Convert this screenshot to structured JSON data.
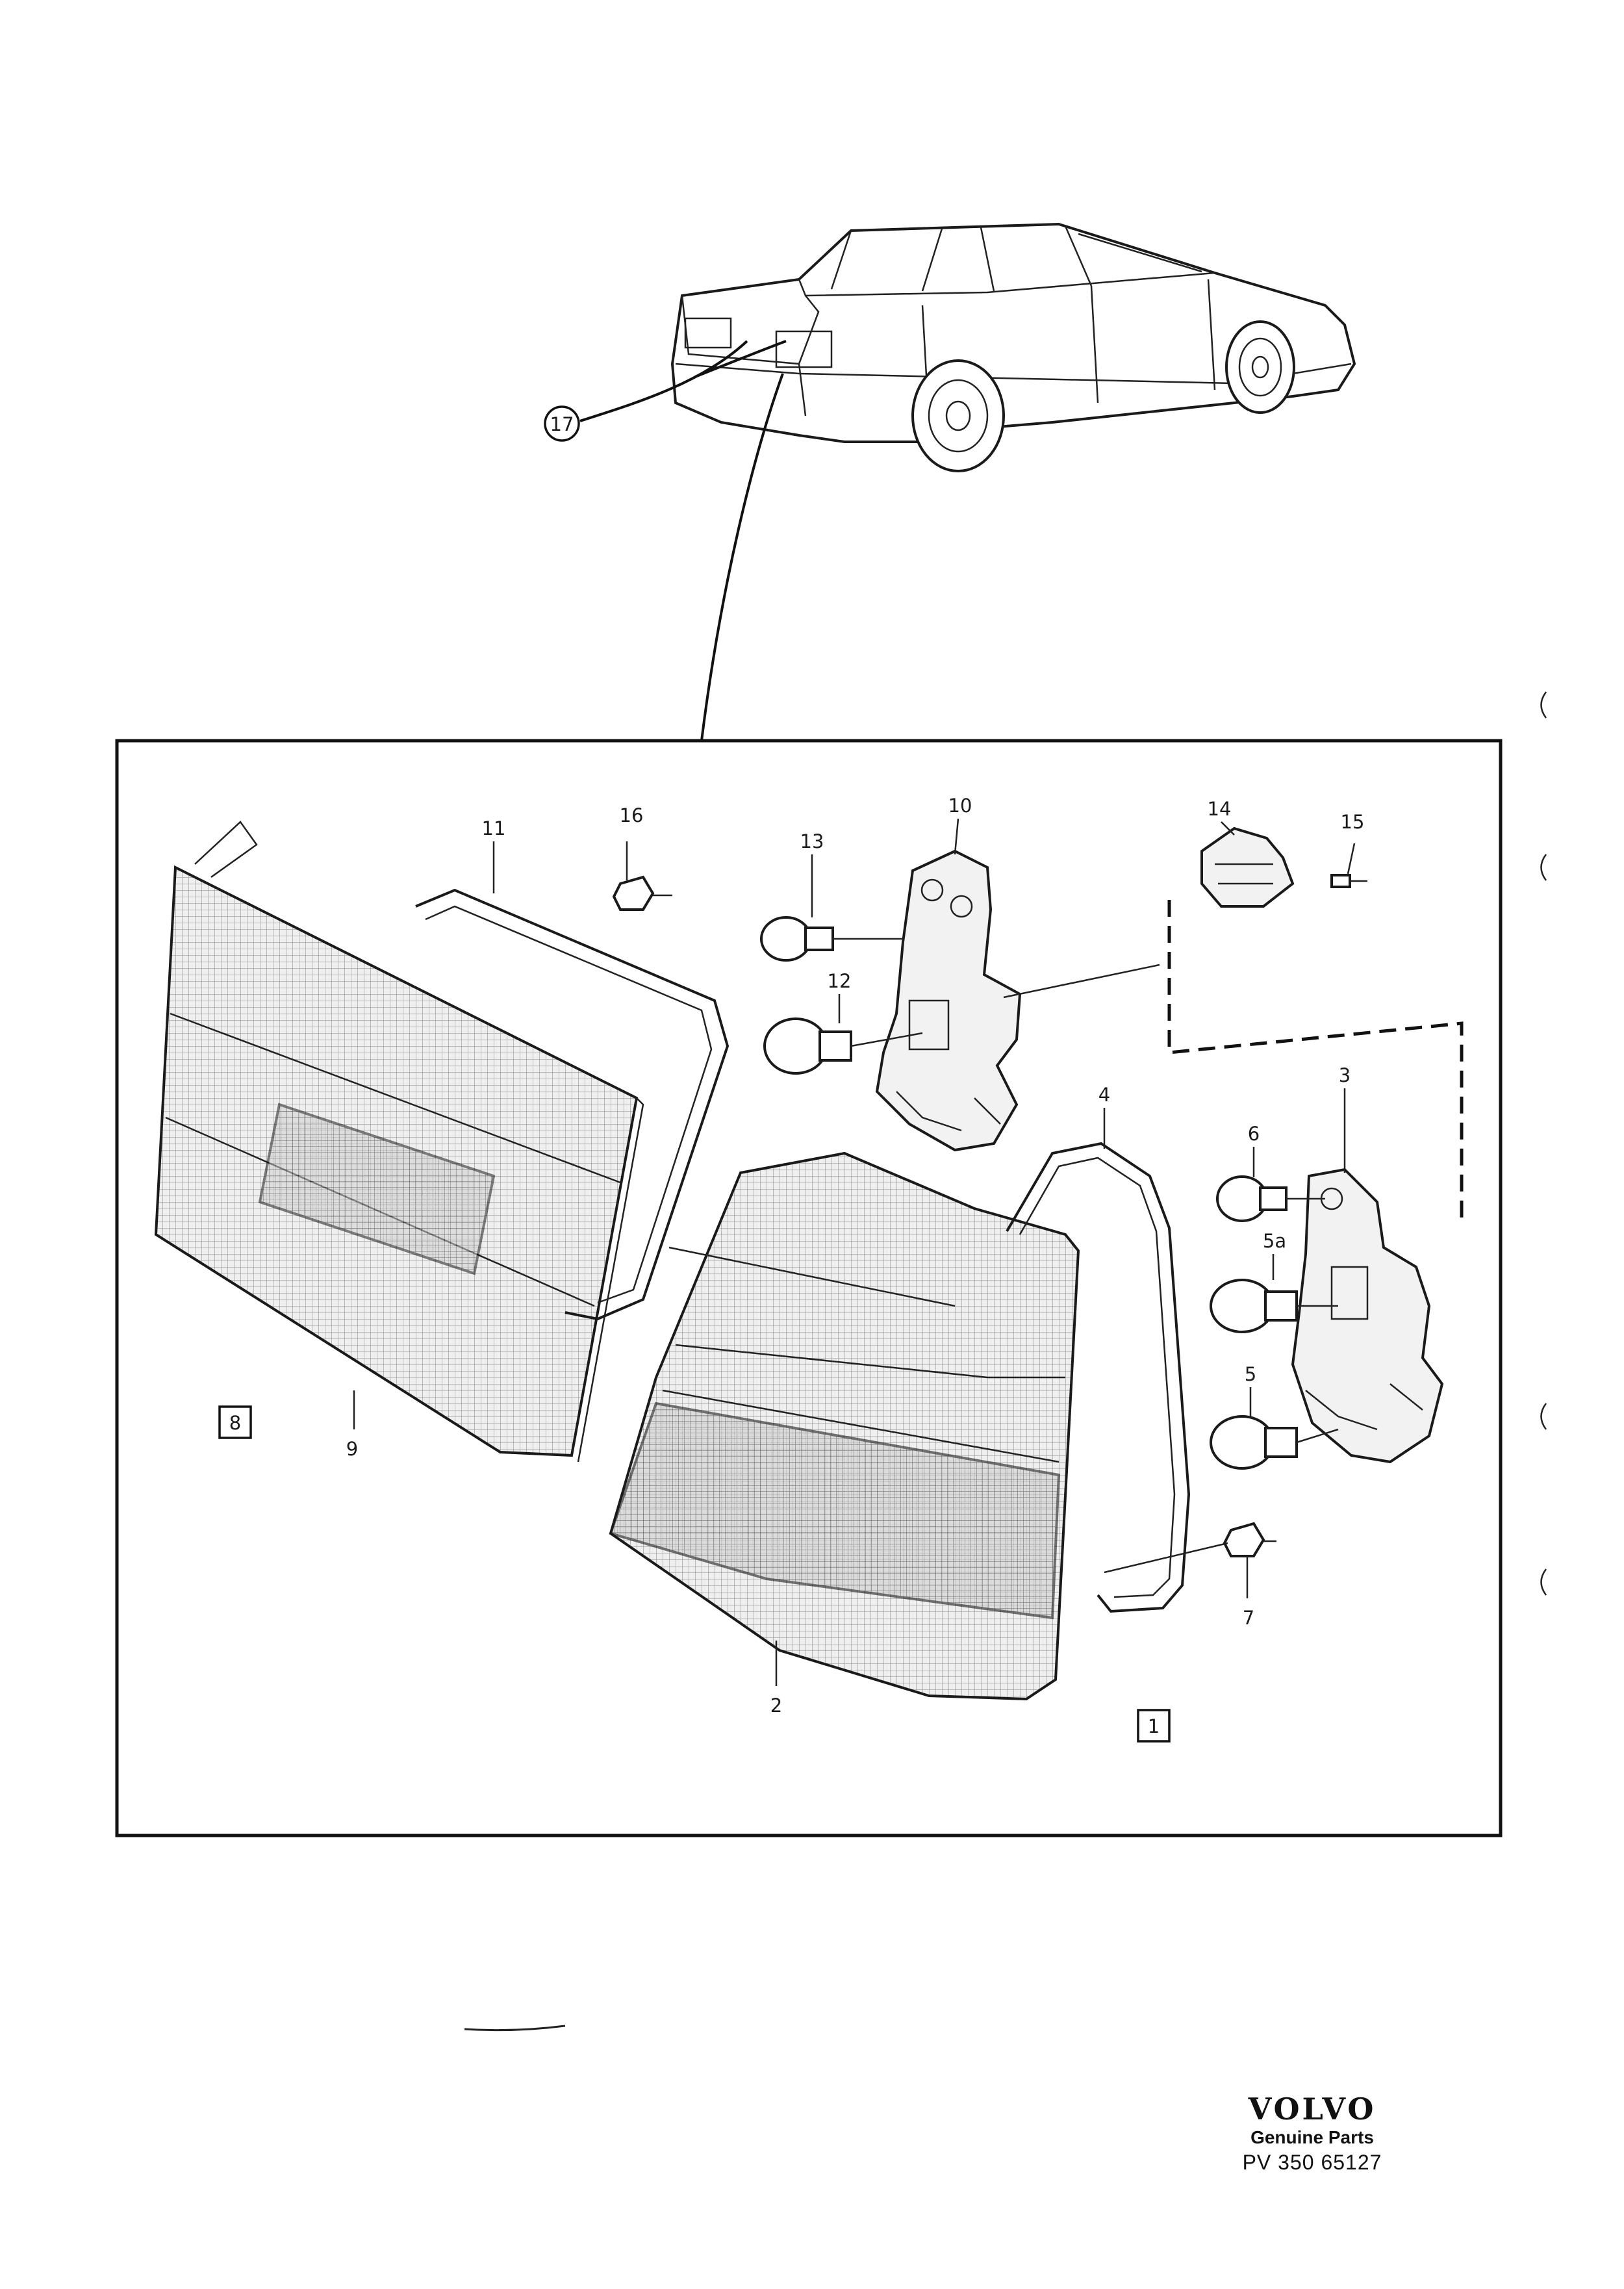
{
  "callouts": {
    "c17": "17",
    "c16": "16",
    "c11": "11",
    "c13": "13",
    "c10": "10",
    "c12": "12",
    "c14": "14",
    "c15": "15",
    "c3": "3",
    "c4": "4",
    "c6": "6",
    "c5a": "5a",
    "c5": "5",
    "c7": "7",
    "c9": "9",
    "c2": "2"
  },
  "boxed_refs": {
    "b8": "8",
    "b1": "1"
  },
  "brand": {
    "logo": "VOLVO",
    "subtitle": "Genuine Parts",
    "code": "PV 350 65127"
  }
}
